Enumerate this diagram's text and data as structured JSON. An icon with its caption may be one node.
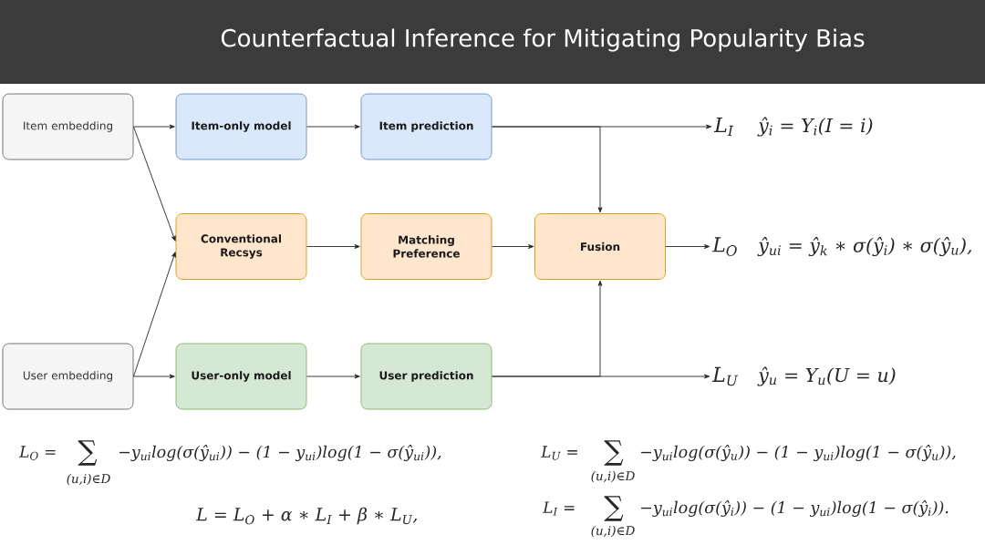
{
  "diagram": {
    "title": "Counterfactual Inference for Mitigating Popularity Bias",
    "nodes": [
      {
        "text": [
          "Item embedding"
        ]
      },
      {
        "text": [
          "User embedding"
        ]
      },
      {
        "text": [
          "Item-only model"
        ]
      },
      {
        "text": [
          "Conventional Recsys"
        ]
      },
      {
        "text": [
          "User-only model"
        ]
      },
      {
        "text": [
          "Item prediction"
        ]
      },
      {
        "text": [
          "Matching Preference"
        ]
      },
      {
        "text": [
          "User prediction"
        ]
      },
      {
        "text": [
          "Fusion"
        ]
      },
      {
        "text": [
          "L$_{I}$"
        ],
        "beside": [
          "ŷ$_{i}$ = Y$_{i}$(I = i)"
        ]
      },
      {
        "text": [
          "L$_{O}$"
        ],
        "beside": [
          "ŷ$_{ui}$ = ŷ$_{k}$ ∗ σ(ŷ$_{i}$) ∗ σ(ŷ$_{u}$),"
        ]
      },
      {
        "text": [
          "L$_{U}$"
        ],
        "beside": [
          "ŷ$_{u}$ = Y$_{u}$(U = u)"
        ]
      }
    ],
    "edges": [
      {
        "from": 0,
        "to": 2,
        "arrow": "to"
      },
      {
        "from": 0,
        "to": 3,
        "arrow": "to"
      },
      {
        "from": 1,
        "to": 3,
        "arrow": "to"
      },
      {
        "from": 1,
        "to": 4,
        "arrow": "to"
      },
      {
        "from": 2,
        "to": 5,
        "arrow": "to"
      },
      {
        "from": 3,
        "to": 6,
        "arrow": "to"
      },
      {
        "from": 4,
        "to": 7,
        "arrow": "to"
      },
      {
        "from": 5,
        "to": 9,
        "arrow": "to"
      },
      {
        "from": 5,
        "to": 8,
        "arrow": "to"
      },
      {
        "from": 6,
        "to": 8,
        "arrow": "to"
      },
      {
        "from": 7,
        "to": 8,
        "arrow": "to"
      },
      {
        "from": 7,
        "to": 11,
        "arrow": "to"
      },
      {
        "from": 8,
        "to": 10,
        "arrow": "to"
      }
    ],
    "labels": [
      "L$_{O}$ =",
      "∑",
      "(u,i)∈D",
      "−y$_{ui}$log(σ(ŷ$_{ui}$)) − (1 − y$_{ui}$)log(1 − σ(ŷ$_{ui}$)),",
      "L$_{U}$ =",
      "∑",
      "(u,i)∈D",
      "−y$_{ui}$log(σ(ŷ$_{u}$)) − (1 − y$_{ui}$)log(1 − σ(ŷ$_{u}$)),",
      "L = L$_{O}$ + α ∗ L$_{I}$ + β ∗ L$_{U}$,",
      "L$_{I}$ =",
      "∑",
      "(u,i)∈D",
      "−y$_{ui}$log(σ(ŷ$_{i}$)) − (1 − y$_{ui}$)log(1 − σ(ŷ$_{i}$))."
    ]
  }
}
